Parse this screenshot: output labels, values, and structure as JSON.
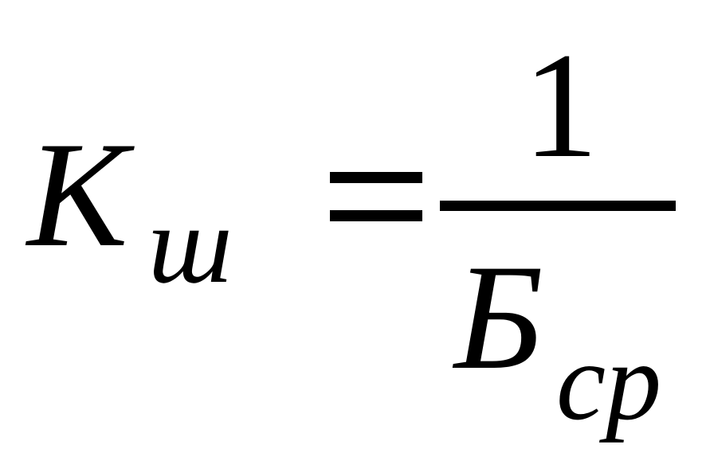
{
  "formula": {
    "lhs": {
      "symbol": "К",
      "subscript": "ш"
    },
    "operator": "=",
    "fraction": {
      "numerator": "1",
      "denominator": {
        "symbol": "Б",
        "subscript": "ср"
      }
    }
  }
}
